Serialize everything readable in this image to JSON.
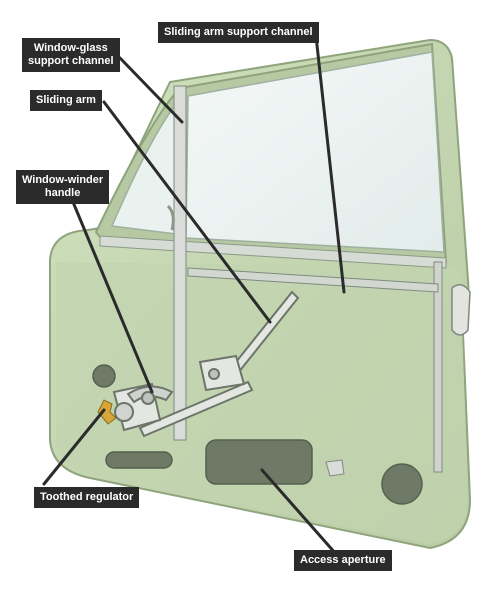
{
  "labels": {
    "sliding_channel": "Sliding arm support channel",
    "window_glass_line1": "Window-glass",
    "window_glass_line2": "support channel",
    "sliding_arm": "Sliding arm",
    "winder_line1": "Window-winder",
    "winder_line2": "handle",
    "toothed_regulator": "Toothed regulator",
    "access_aperture": "Access aperture"
  },
  "colors": {
    "door_panel": "#c5d6b3",
    "door_shadow": "#a9bf95",
    "glass": "#eef5f4",
    "chrome": "#d9dcd9",
    "label_bg": "#2b2b2b",
    "label_text": "#ffffff",
    "leader_line": "#2b2b2b"
  }
}
